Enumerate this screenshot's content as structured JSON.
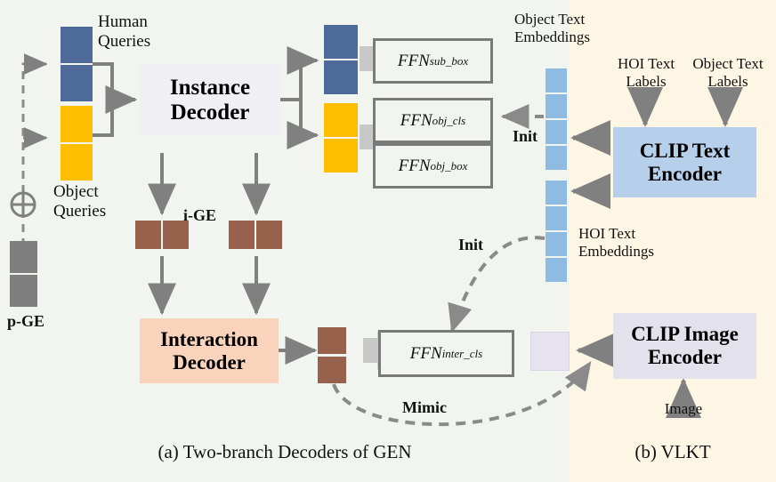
{
  "figure": {
    "panel_a_caption": "(a) Two-branch Decoders of GEN",
    "panel_b_caption": "(b) VLKT",
    "panel_a_bg": "#f2f5ef",
    "panel_b_bg": "#fdf6e4"
  },
  "colors": {
    "human_query": "#4e6a9b",
    "object_query": "#fdbe00",
    "pos_guided_embedding": "#7f7f7f",
    "interaction_query": "#97614c",
    "text_embedding": "#8fbbe2",
    "image_embedding": "#e6e3ef",
    "instance_decoder": "#f0f0f4",
    "interaction_decoder": "#fad3bc",
    "clip_text_encoder": "#b6d0eb",
    "clip_image_encoder": "#e3e1ec",
    "arrow_gray": "#808080",
    "ffn_border": "#7a7a7a"
  },
  "panel_a": {
    "labels": {
      "human_queries": "Human\nQueries",
      "human_queries_line1": "Human",
      "human_queries_line2": "Queries",
      "object_queries_line1": "Object",
      "object_queries_line2": "Queries",
      "p_ge": "p-GE",
      "i_ge": "i-GE",
      "mimic": "Mimic",
      "init": "Init"
    },
    "instance_decoder": {
      "line1": "Instance",
      "line2": "Decoder"
    },
    "interaction_decoder": {
      "line1": "Interaction",
      "line2": "Decoder"
    },
    "ffns": [
      {
        "name": "FFN",
        "subscript": "sub_box"
      },
      {
        "name": "FFN",
        "subscript": "obj_cls"
      },
      {
        "name": "FFN",
        "subscript": "obj_box"
      },
      {
        "name": "FFN",
        "subscript": "inter_cls"
      }
    ]
  },
  "panel_b": {
    "labels": {
      "object_text_embeddings_line1": "Object Text",
      "object_text_embeddings_line2": "Embeddings",
      "hoi_text_labels_line1": "HOI Text",
      "hoi_text_labels_line2": "Labels",
      "object_text_labels_line1": "Object Text",
      "object_text_labels_line2": "Labels",
      "hoi_text_embeddings_line1": "HOI Text",
      "hoi_text_embeddings_line2": "Embeddings",
      "image": "Image",
      "init": "Init"
    },
    "clip_text_encoder": {
      "line1": "CLIP Text",
      "line2": "Encoder"
    },
    "clip_image_encoder": {
      "line1": "CLIP Image",
      "line2": "Encoder"
    }
  }
}
